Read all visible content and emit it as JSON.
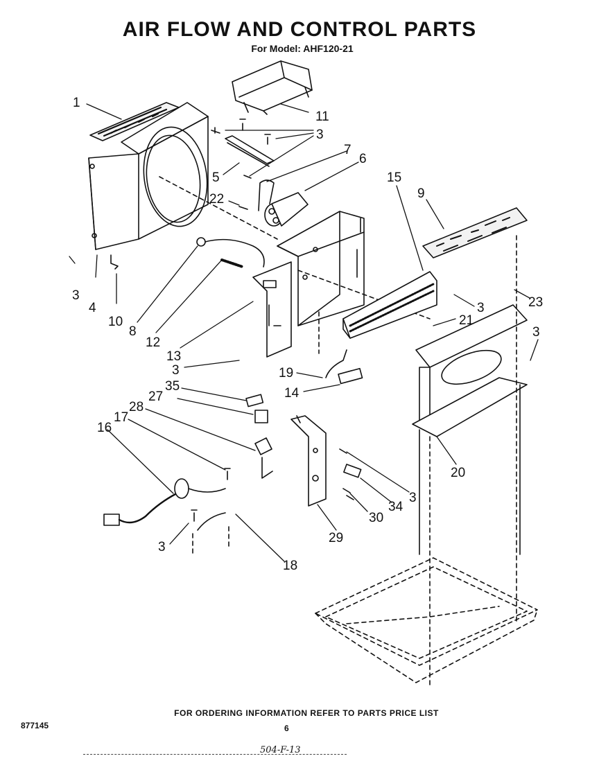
{
  "header": {
    "title": "AIR FLOW AND CONTROL PARTS",
    "subtitle": "For Model: AHF120-21"
  },
  "callouts": [
    {
      "id": "1",
      "label": "1"
    },
    {
      "id": "3a",
      "label": "3"
    },
    {
      "id": "4",
      "label": "4"
    },
    {
      "id": "10",
      "label": "10"
    },
    {
      "id": "5",
      "label": "5"
    },
    {
      "id": "22",
      "label": "22"
    },
    {
      "id": "11",
      "label": "11"
    },
    {
      "id": "3b",
      "label": "3"
    },
    {
      "id": "7",
      "label": "7"
    },
    {
      "id": "6",
      "label": "6"
    },
    {
      "id": "15",
      "label": "15"
    },
    {
      "id": "9",
      "label": "9"
    },
    {
      "id": "8",
      "label": "8"
    },
    {
      "id": "12",
      "label": "12"
    },
    {
      "id": "13",
      "label": "13"
    },
    {
      "id": "3c",
      "label": "3"
    },
    {
      "id": "3d",
      "label": "3"
    },
    {
      "id": "23",
      "label": "23"
    },
    {
      "id": "21",
      "label": "21"
    },
    {
      "id": "3e",
      "label": "3"
    },
    {
      "id": "19",
      "label": "19"
    },
    {
      "id": "14",
      "label": "14"
    },
    {
      "id": "35",
      "label": "35"
    },
    {
      "id": "27",
      "label": "27"
    },
    {
      "id": "28",
      "label": "28"
    },
    {
      "id": "17",
      "label": "17"
    },
    {
      "id": "16",
      "label": "16"
    },
    {
      "id": "20",
      "label": "20"
    },
    {
      "id": "3f",
      "label": "3"
    },
    {
      "id": "34",
      "label": "34"
    },
    {
      "id": "30",
      "label": "30"
    },
    {
      "id": "29",
      "label": "29"
    },
    {
      "id": "3g",
      "label": "3"
    },
    {
      "id": "18",
      "label": "18"
    }
  ],
  "footer": {
    "ordering_note": "FOR ORDERING INFORMATION REFER TO PARTS PRICE LIST",
    "doc_number": "877145",
    "page_number": "6",
    "handwritten_note": "504-F-13"
  }
}
